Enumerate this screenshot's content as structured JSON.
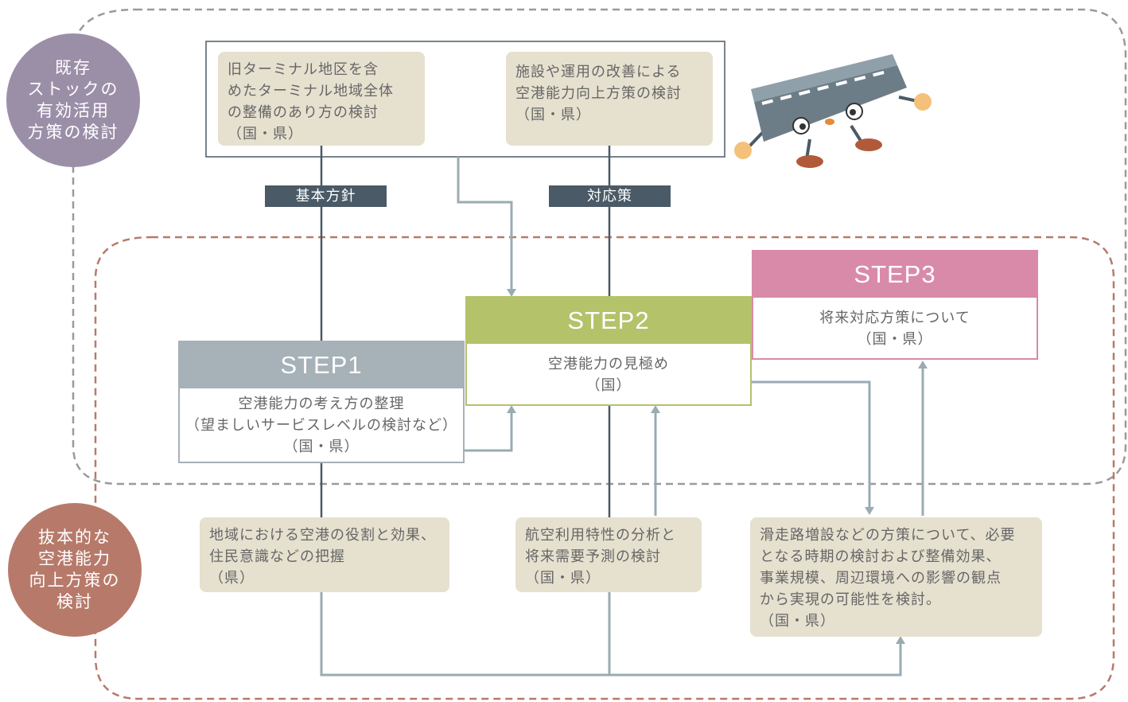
{
  "colors": {
    "gray_blob": "#9b8fa8",
    "brown_blob": "#b77a6a",
    "step1": "#a6b1b8",
    "step2": "#b4c26a",
    "step3": "#d98aa9",
    "note_bg": "#e6e0cf",
    "tag_bg": "#4a5a66",
    "arrow": "#9aabb3",
    "line_dark": "#4a5a66"
  },
  "regions": {
    "existing_stock": "既存\nストックの\n有効活用\n方策の検討",
    "capacity_improvement": "抜本的な\n空港能力\n向上方策の\n検討"
  },
  "notes": {
    "terminal": "旧ターミナル地区を含\nめたターミナル地域全体\nの整備のあり方の検討\n（国・県）",
    "facility": "施設や運用の改善による\n空港能力向上方策の検討\n（国・県）",
    "regional": "地域における空港の役割と効果、\n住民意識などの把握\n（県）",
    "demand": "航空利用特性の分析と\n将来需要予測の検討\n（国・県）",
    "runway": "滑走路増設などの方策について、必要\nとなる時期の検討および整備効果、\n事業規模、周辺環境への影響の観点\nから実現の可能性を検討。\n（国・県）"
  },
  "tags": {
    "basic_policy": "基本方針",
    "countermeasure": "対応策"
  },
  "steps": [
    {
      "title": "STEP1",
      "body": "空港能力の考え方の整理\n（望ましいサービスレベルの検討など）\n（国・県）"
    },
    {
      "title": "STEP2",
      "body": "空港能力の見極め\n（国）"
    },
    {
      "title": "STEP3",
      "body": "将来対応方策について\n（国・県）"
    }
  ],
  "mascot": {
    "icon": "runway-mascot-icon"
  }
}
